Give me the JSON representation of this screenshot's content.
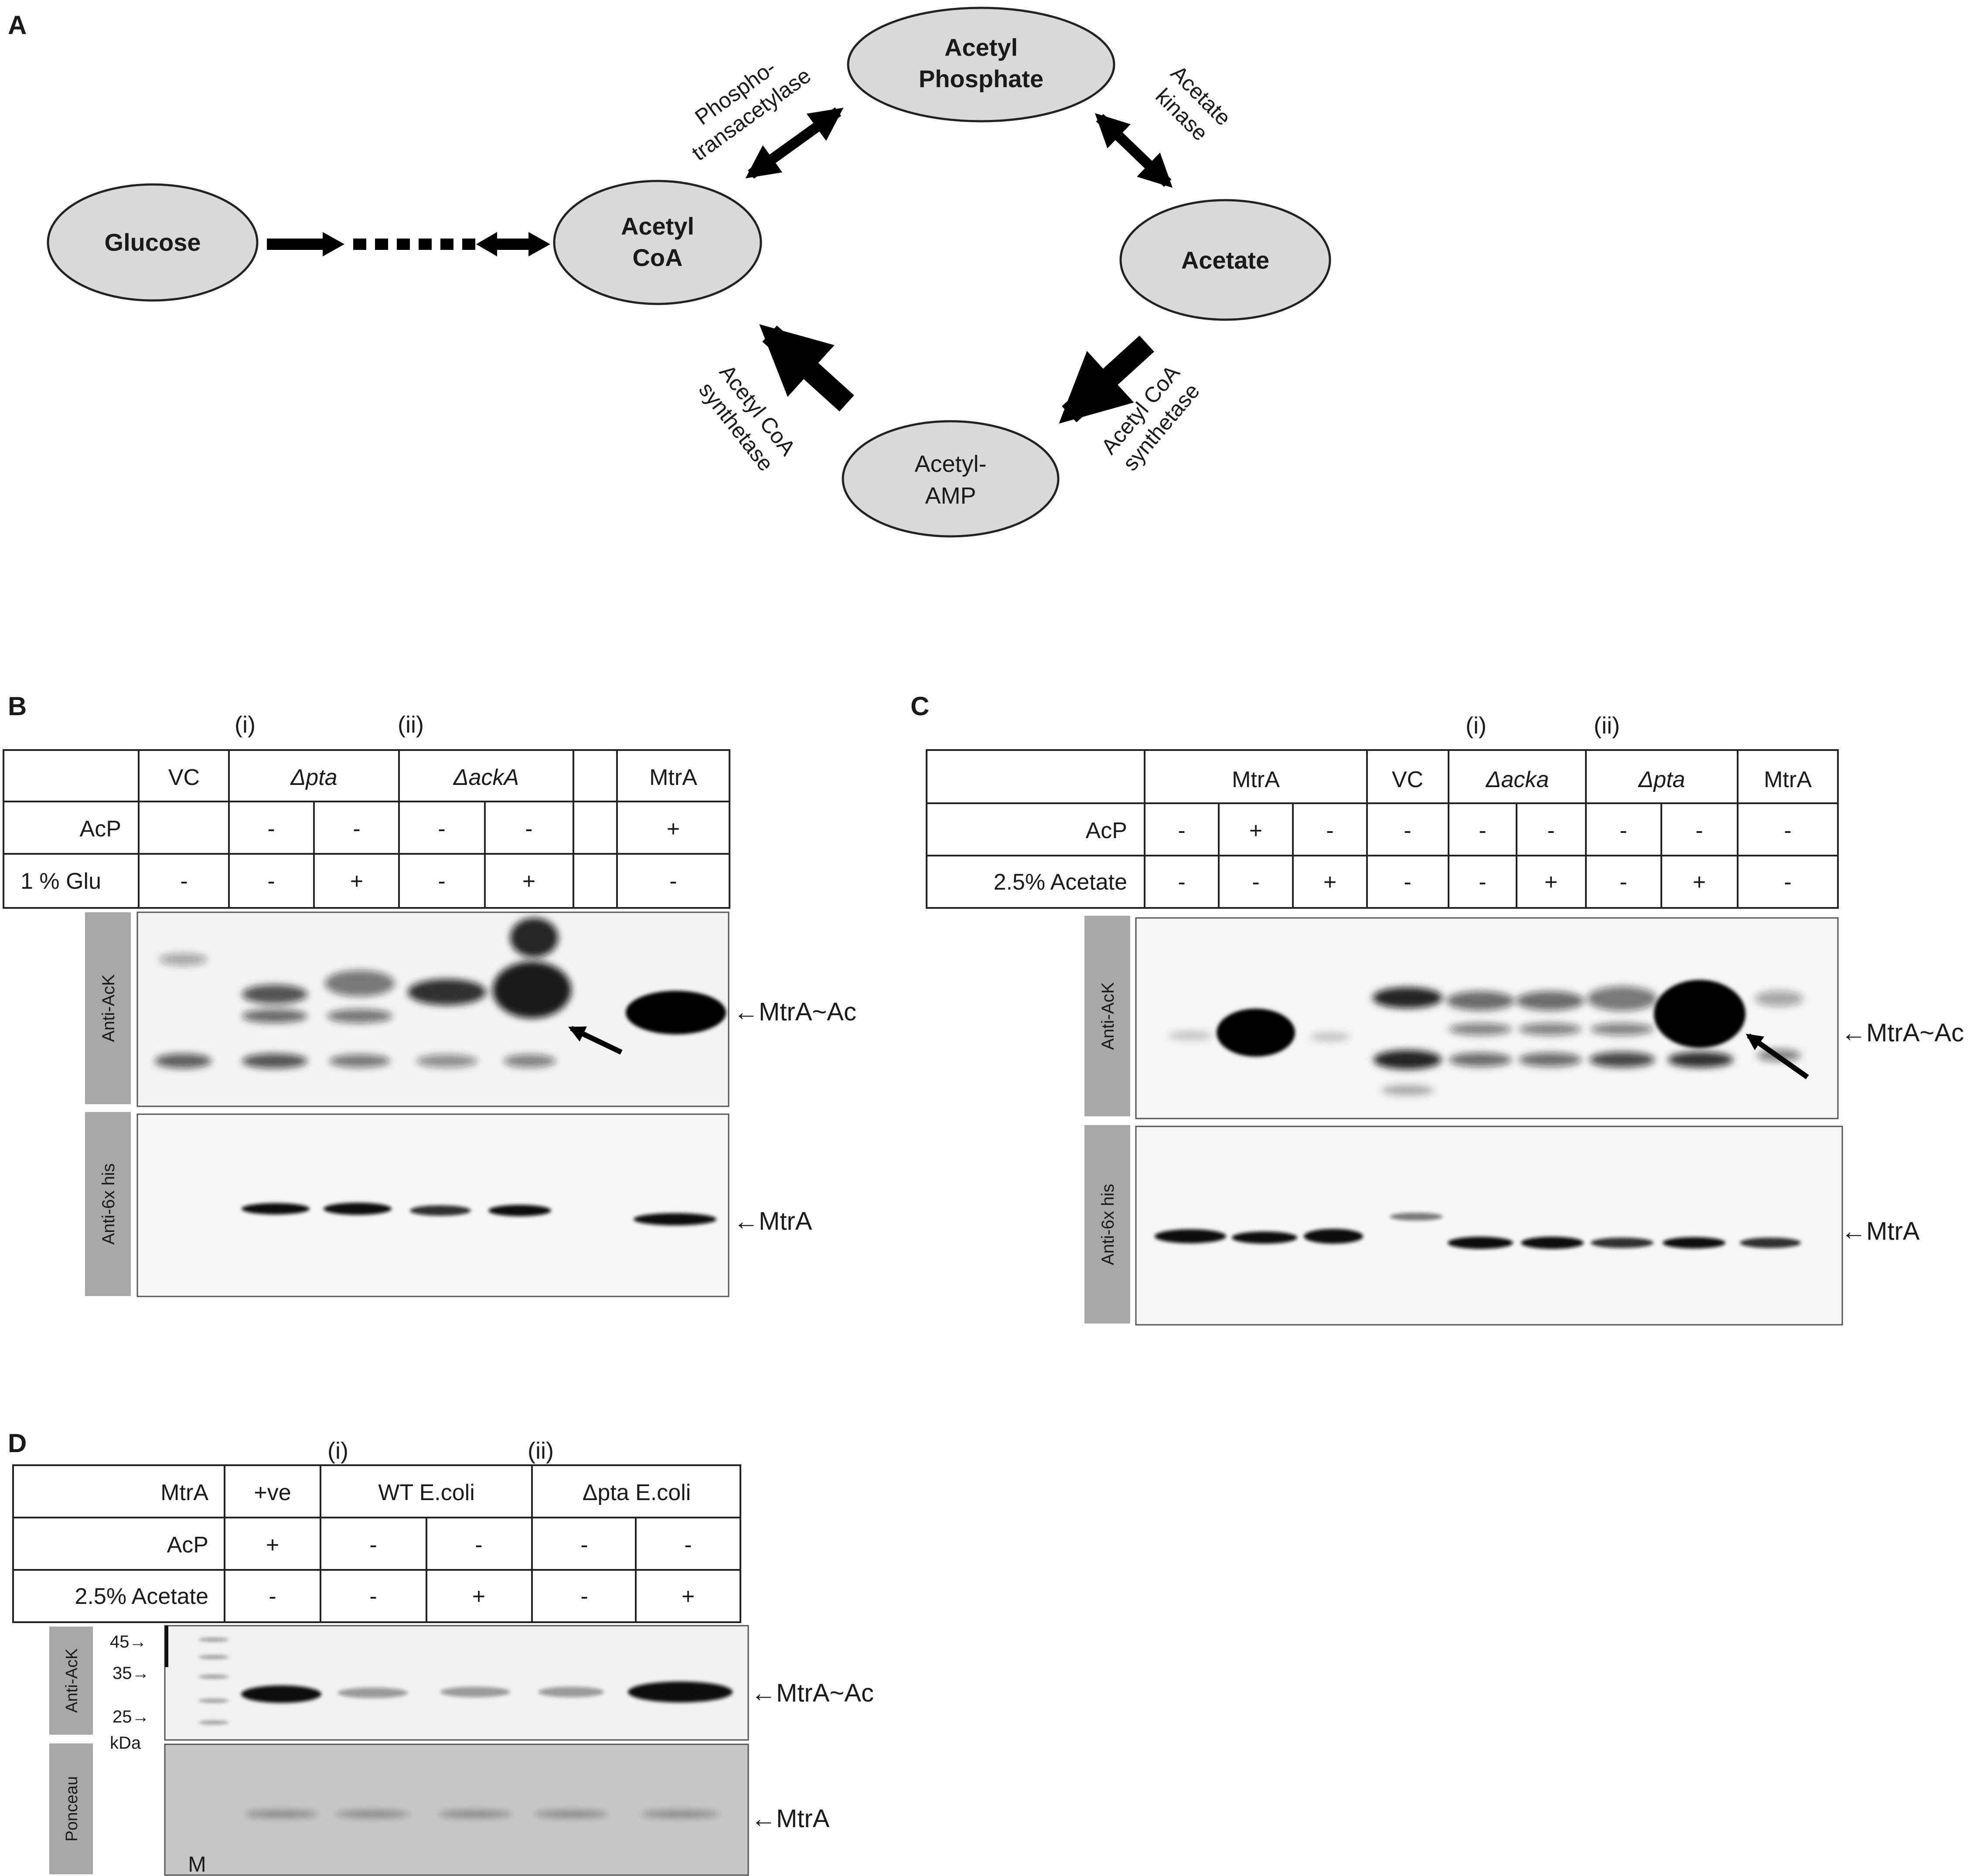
{
  "panelA": {
    "letter": "A",
    "nodes": {
      "glucose": "Glucose",
      "acetyl_coa": [
        "Acetyl",
        "CoA"
      ],
      "acetyl_phosphate": [
        "Acetyl",
        "Phosphate"
      ],
      "acetate": "Acetate",
      "acetyl_amp": [
        "Acetyl-",
        "AMP"
      ]
    },
    "enzymes": {
      "pta": [
        "Phospho-",
        "transacetylase"
      ],
      "acka": [
        "Acetate",
        "kinase"
      ],
      "acs_left": [
        "Acetyl CoA",
        "synthetase"
      ],
      "acs_right": [
        "Acetyl CoA",
        "synthetase"
      ]
    }
  },
  "panelB": {
    "letter": "B",
    "markers": [
      "(i)",
      "(ii)"
    ],
    "header": [
      "",
      "VC",
      "Δpta",
      "ΔackA",
      "",
      "MtrA"
    ],
    "rows": [
      {
        "label": "AcP",
        "values": [
          "",
          "-",
          "-",
          "-",
          "-",
          "",
          "+"
        ]
      },
      {
        "label": "1 % Glu",
        "values": [
          "-",
          "-",
          "+",
          "-",
          "+",
          "",
          "-"
        ]
      }
    ],
    "blot_labels": [
      "Anti-AcK",
      "Anti-6x his"
    ],
    "band_labels": [
      "←MtrA~Ac",
      "←MtrA"
    ]
  },
  "panelC": {
    "letter": "C",
    "markers": [
      "(i)",
      "(ii)"
    ],
    "header": [
      "",
      "MtrA",
      "VC",
      "Δacka",
      "Δpta",
      "MtrA"
    ],
    "rows": [
      {
        "label": "AcP",
        "values": [
          "-",
          "+",
          "-",
          "-",
          "-",
          "-",
          "-",
          "-",
          "-"
        ]
      },
      {
        "label": "2.5% Acetate",
        "values": [
          "-",
          "-",
          "+",
          "-",
          "-",
          "+",
          "-",
          "+",
          "-"
        ]
      }
    ],
    "blot_labels": [
      "Anti-AcK",
      "Anti-6x his"
    ],
    "band_labels": [
      "←MtrA~Ac",
      "←MtrA"
    ]
  },
  "panelD": {
    "letter": "D",
    "markers": [
      "(i)",
      "(ii)"
    ],
    "header": [
      "MtrA",
      "+ve",
      "WT E.coli",
      "Δpta E.coli"
    ],
    "rows": [
      {
        "label": "AcP",
        "values": [
          "+",
          "-",
          "-",
          "-",
          "-"
        ]
      },
      {
        "label": "2.5% Acetate",
        "values": [
          "-",
          "-",
          "+",
          "-",
          "+"
        ]
      }
    ],
    "blot_labels": [
      "Anti-AcK",
      "Ponceau"
    ],
    "ladder": [
      "45→",
      "35→",
      "25→",
      "kDa"
    ],
    "marker_lane": "M",
    "band_labels": [
      "←MtrA~Ac",
      "←MtrA"
    ]
  }
}
